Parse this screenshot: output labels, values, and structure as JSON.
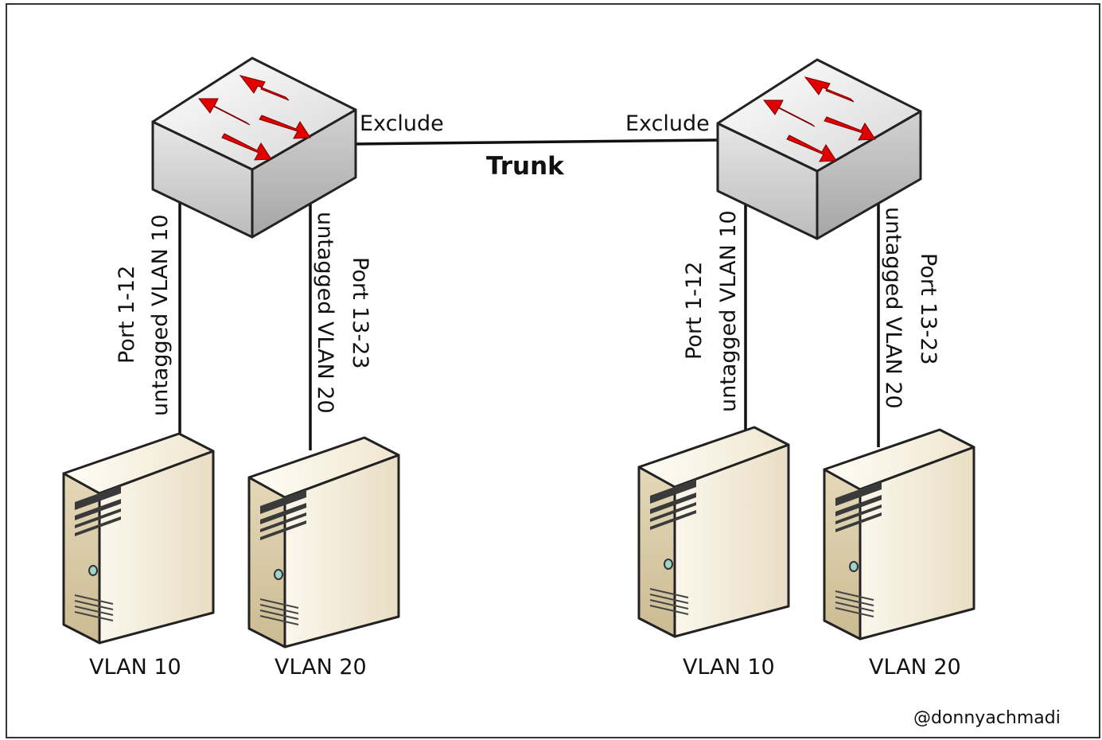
{
  "links": {
    "trunk_label": "Trunk",
    "exclude_left": "Exclude",
    "exclude_right": "Exclude"
  },
  "left_switch": {
    "port_group_a": {
      "ports": "Port 1-12",
      "mode": "untagged VLAN 10"
    },
    "port_group_b": {
      "ports": "Port 13-23",
      "mode": "untagged VLAN 20"
    }
  },
  "right_switch": {
    "port_group_a": {
      "ports": "Port 1-12",
      "mode": "untagged VLAN 10"
    },
    "port_group_b": {
      "ports": "Port 13-23",
      "mode": "untagged VLAN 20"
    }
  },
  "servers": [
    {
      "label": "VLAN 10"
    },
    {
      "label": "VLAN 20"
    },
    {
      "label": "VLAN 10"
    },
    {
      "label": "VLAN 20"
    }
  ],
  "credit": "@donnyachmadi",
  "colors": {
    "border": "#222222",
    "arrow": "#e00000",
    "server_body": "#eee6d2"
  }
}
